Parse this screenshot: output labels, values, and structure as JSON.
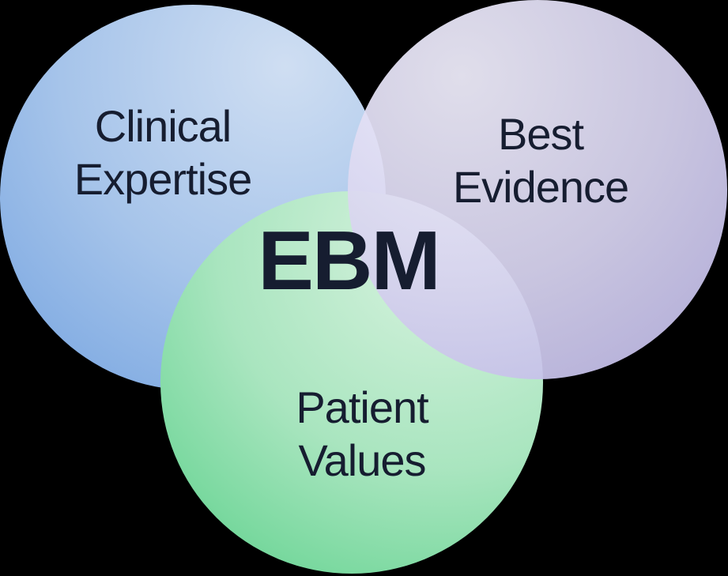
{
  "background_color": "#000000",
  "text_color": "#161d30",
  "diagram": {
    "type": "venn",
    "center_label": "EBM",
    "circles": [
      {
        "id": "clinical-expertise",
        "line1": "Clinical",
        "line2": "Expertise",
        "color_light": "#cfdef2",
        "color_mid": "#a6c4ea",
        "color_dark": "#74a3e0"
      },
      {
        "id": "best-evidence",
        "line1": "Best",
        "line2": "Evidence",
        "color_light": "#eeecfa",
        "color_mid": "#d6d2ee",
        "color_dark": "#bab4e5"
      },
      {
        "id": "patient-values",
        "line1": "Patient",
        "line2": "Values",
        "color_light": "#d9f3e0",
        "color_mid": "#a9e5bf",
        "color_dark": "#59d089"
      }
    ]
  }
}
